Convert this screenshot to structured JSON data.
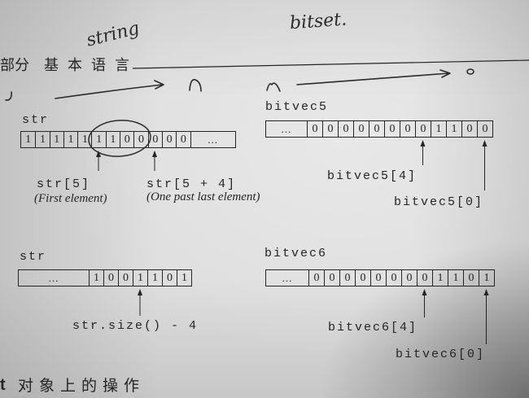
{
  "colors": {
    "paper": "#dedede",
    "ink": "#242424",
    "pencil": "#2b2b2b"
  },
  "header": {
    "section": "部分",
    "title": "基本语言"
  },
  "footer": {
    "prefix": "t",
    "title": "对象上的操作"
  },
  "handwriting": {
    "word1": "string",
    "word2": "bitset."
  },
  "diagrams": {
    "str_top": {
      "name": "str",
      "cells": [
        "1",
        "1",
        "1",
        "1",
        "1",
        "1",
        "1",
        "0",
        "0",
        "0",
        "0",
        "0"
      ],
      "ellipsis": "...",
      "pointers": [
        {
          "label": "str[5]",
          "note": "(First element)"
        },
        {
          "label": "str[5 + 4]",
          "note": "(One past last element)"
        }
      ]
    },
    "bitvec5": {
      "name": "bitvec5",
      "ellipsis": "...",
      "cells": [
        "0",
        "0",
        "0",
        "0",
        "0",
        "0",
        "0",
        "0",
        "1",
        "1",
        "0",
        "0"
      ],
      "pointers": [
        {
          "label": "bitvec5[4]"
        },
        {
          "label": "bitvec5[0]"
        }
      ]
    },
    "str_bottom": {
      "name": "str",
      "ellipsis": "...",
      "cells": [
        "1",
        "0",
        "0",
        "1",
        "1",
        "0",
        "1"
      ],
      "pointers": [
        {
          "label": "str.size() - 4"
        }
      ]
    },
    "bitvec6": {
      "name": "bitvec6",
      "ellipsis": "...",
      "cells": [
        "0",
        "0",
        "0",
        "0",
        "0",
        "0",
        "0",
        "0",
        "1",
        "1",
        "0",
        "1"
      ],
      "pointers": [
        {
          "label": "bitvec6[4]"
        },
        {
          "label": "bitvec6[0]"
        }
      ]
    }
  }
}
